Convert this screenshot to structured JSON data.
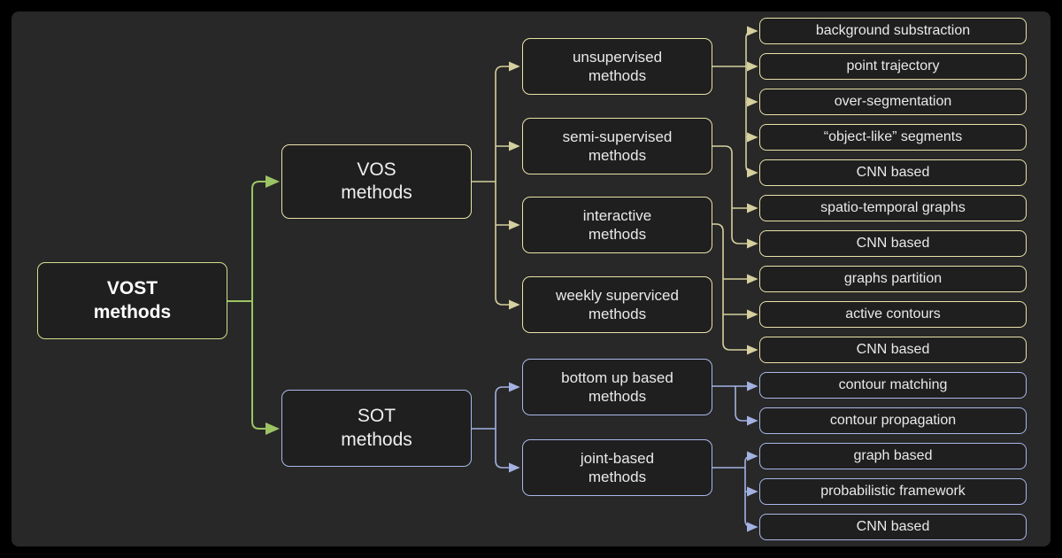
{
  "colors": {
    "frame": "#000000",
    "panel_background": "#282828",
    "node_fill": "#1f1f1f",
    "root_border": "#cfe18c",
    "green_line": "#9cc464",
    "khaki_border": "#e9e2a9",
    "khaki_line": "#d6cf9e",
    "blue_border": "#a9b7e8",
    "blue_line": "#a3b2e2",
    "text": "#e9e9e9"
  },
  "nodes": {
    "root": {
      "label": "VOST\nmethods"
    },
    "vos": {
      "label": "VOS\nmethods"
    },
    "sot": {
      "label": "SOT\nmethods"
    },
    "mid": [
      {
        "label": "unsupervised\nmethods"
      },
      {
        "label": "semi-supervised\nmethods"
      },
      {
        "label": "interactive\nmethods"
      },
      {
        "label": "weekly superviced\nmethods"
      },
      {
        "label": "bottom up based\nmethods"
      },
      {
        "label": "joint-based\nmethods"
      }
    ],
    "leaves": [
      {
        "label": "background substraction"
      },
      {
        "label": "point trajectory"
      },
      {
        "label": "over-segmentation"
      },
      {
        "label": "“object-like” segments"
      },
      {
        "label": "CNN based"
      },
      {
        "label": "spatio-temporal graphs"
      },
      {
        "label": "CNN based"
      },
      {
        "label": "graphs partition"
      },
      {
        "label": "active contours"
      },
      {
        "label": "CNN based"
      },
      {
        "label": "contour matching"
      },
      {
        "label": "contour propagation"
      },
      {
        "label": "graph based"
      },
      {
        "label": "probabilistic framework"
      },
      {
        "label": "CNN based"
      }
    ]
  }
}
